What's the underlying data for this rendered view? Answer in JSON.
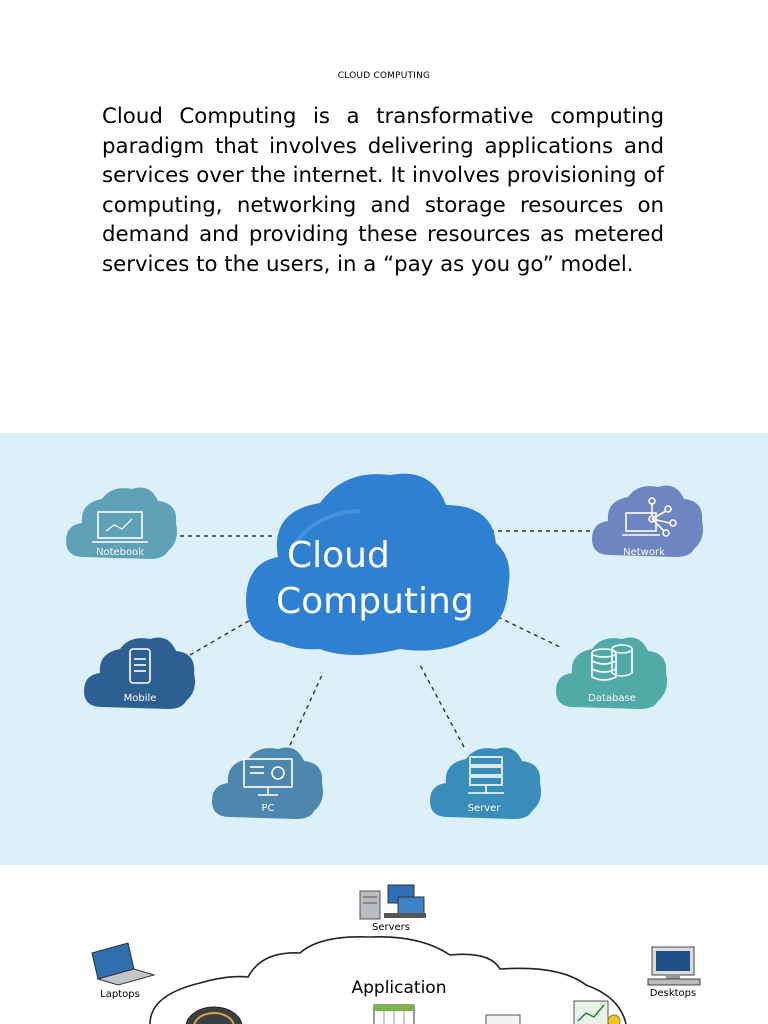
{
  "document": {
    "heading": "CLOUD COMPUTING",
    "paragraph": "Cloud Computing is a transformative computing paradigm that involves delivering applications and services over the internet. It involves provisioning of computing, networking and storage resources on demand and providing these resources as metered services to the users, in a “pay as you go” model."
  },
  "figure1": {
    "center_line1": "Cloud",
    "center_line2": "Computing",
    "nodes": {
      "notebook": "Notebook",
      "mobile": "Mobile",
      "pc": "PC",
      "network": "Network",
      "database": "Database",
      "server": "Server"
    },
    "colors": {
      "background": "#dcf0fa",
      "center_cloud": "#2f80d0",
      "notebook": "#5fa2b8",
      "mobile": "#2e5f92",
      "pc": "#4d87b0",
      "network": "#6f85c2",
      "database": "#51a9a8",
      "server": "#3a8cbb"
    }
  },
  "figure2": {
    "servers": "Servers",
    "laptops": "Laptops",
    "desktops": "Desktops",
    "application": "Application"
  }
}
